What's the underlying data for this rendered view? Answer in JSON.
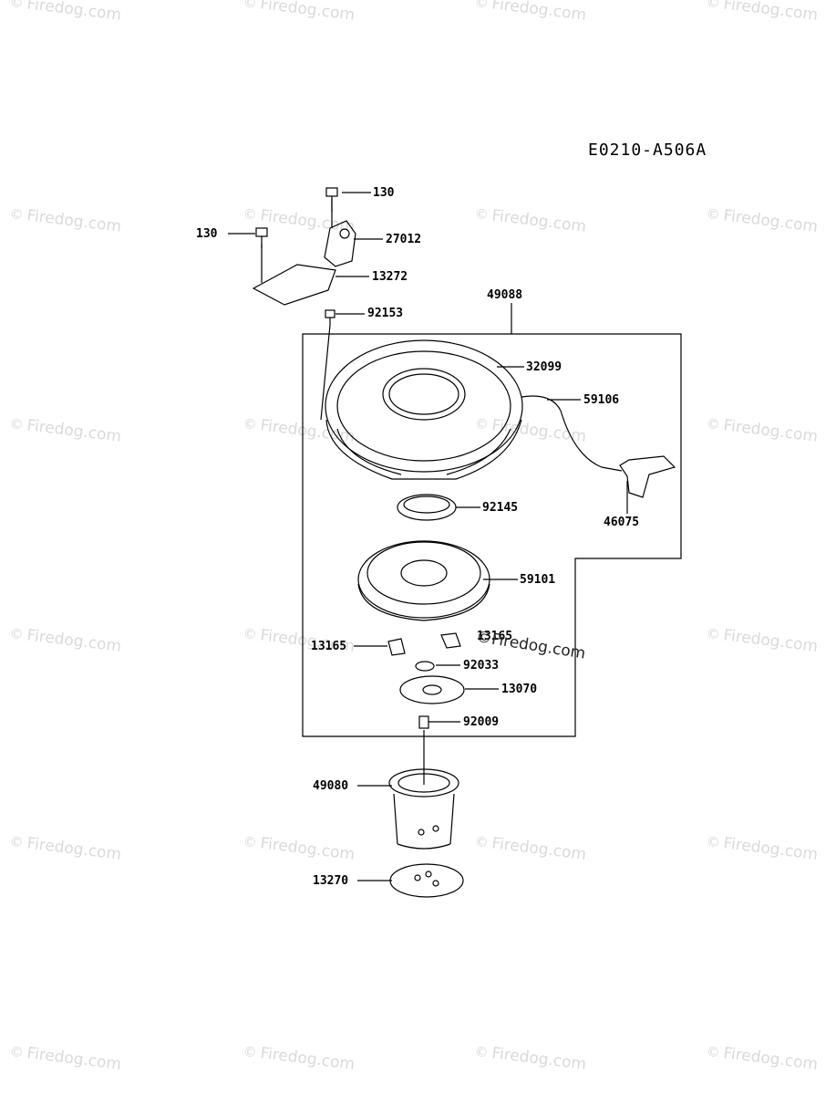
{
  "diagram": {
    "code": "E0210-A506A",
    "parts": {
      "bolt_top": "130",
      "bolt_left": "130",
      "bracket": "27012",
      "cover_plate": "13272",
      "assembly": "49088",
      "small_bolt": "92153",
      "housing": "32099",
      "rope": "59106",
      "handle": "46075",
      "spring": "92145",
      "reel": "59101",
      "ratchet_left": "13165",
      "ratchet_right": "13165",
      "washer": "92033",
      "plate": "13070",
      "screw": "92009",
      "cup": "49080",
      "base_plate": "13270"
    }
  },
  "watermark": {
    "symbol": "©",
    "text": "Firedog.com"
  }
}
